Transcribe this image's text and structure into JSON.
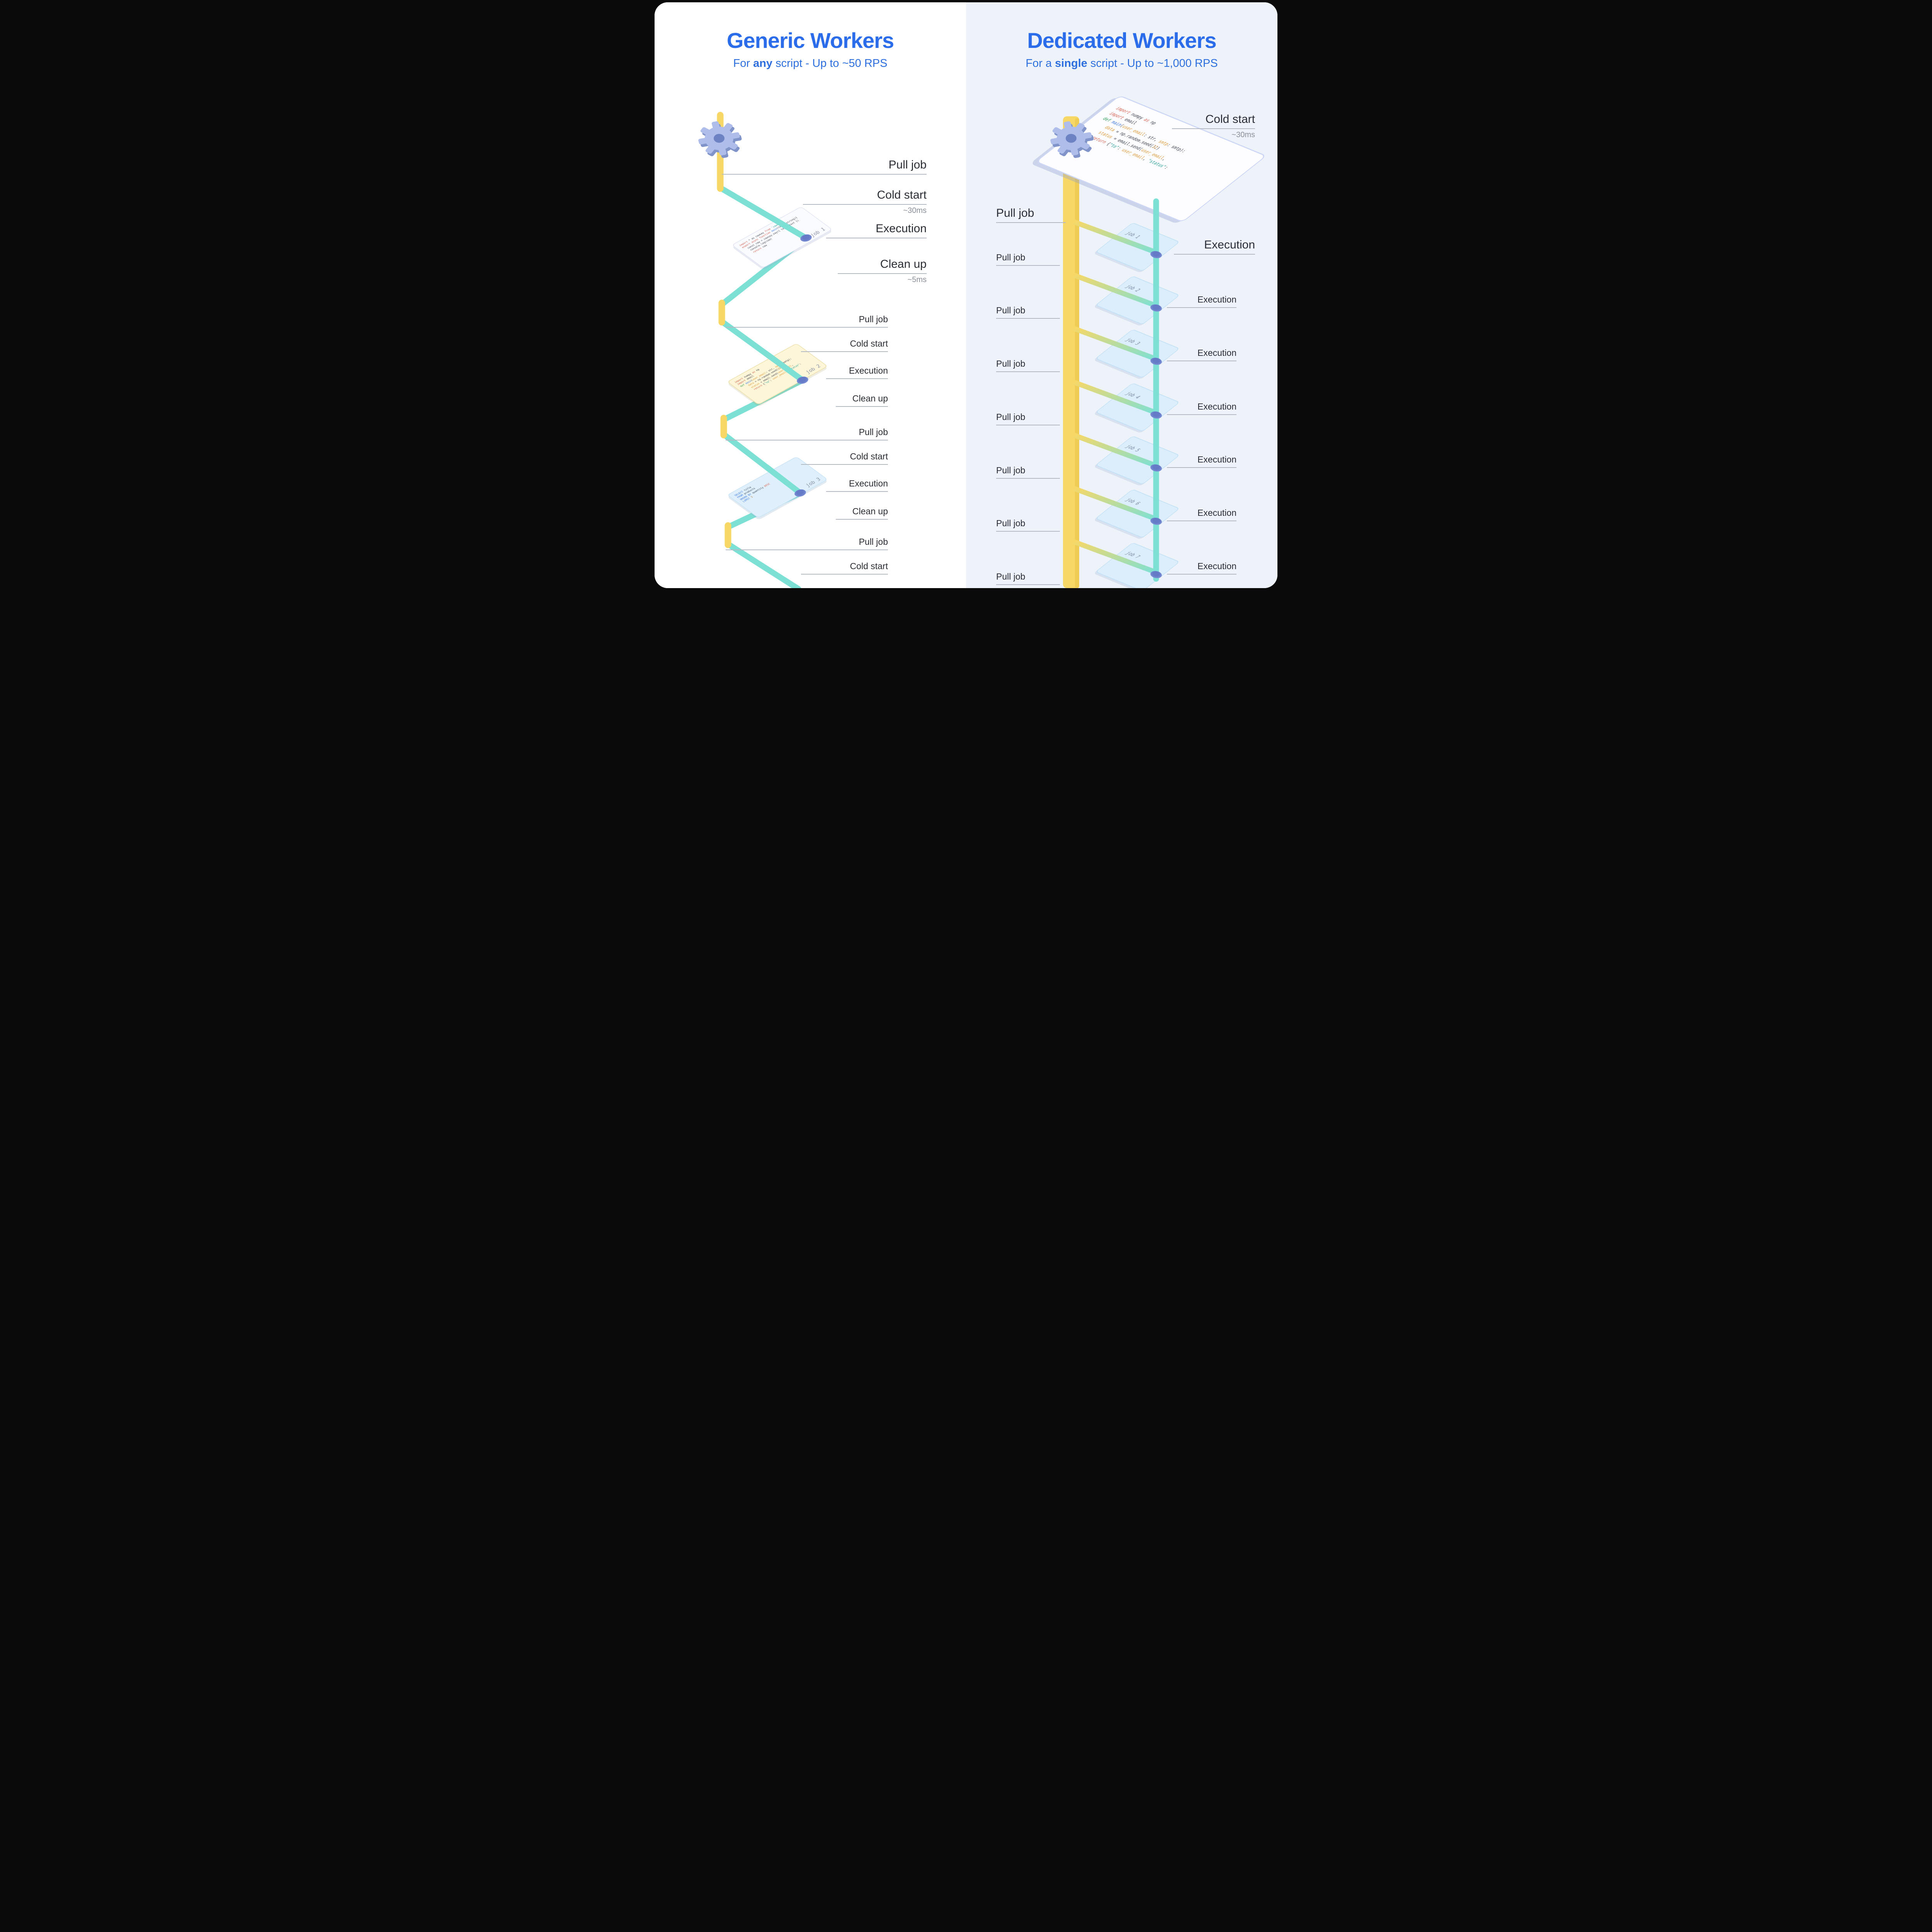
{
  "left": {
    "title": "Generic Workers",
    "subtitle": {
      "pre": "For ",
      "bold": "any",
      "post": " script - Up to ~50 RPS"
    },
    "steps": [
      {
        "label": "Pull job",
        "note": ""
      },
      {
        "label": "Cold start",
        "note": "~30ms"
      },
      {
        "label": "Execution",
        "note": ""
      },
      {
        "label": "Clean up",
        "note": "~5ms"
      },
      {
        "label": "Pull job",
        "note": ""
      },
      {
        "label": "Cold start",
        "note": ""
      },
      {
        "label": "Execution",
        "note": ""
      },
      {
        "label": "Clean up",
        "note": ""
      },
      {
        "label": "Pull job",
        "note": ""
      },
      {
        "label": "Cold start",
        "note": ""
      },
      {
        "label": "Execution",
        "note": ""
      },
      {
        "label": "Clean up",
        "note": ""
      },
      {
        "label": "Pull job",
        "note": ""
      },
      {
        "label": "Cold start",
        "note": ""
      }
    ],
    "jobs": [
      {
        "name": "job 1"
      },
      {
        "name": "job 2"
      },
      {
        "name": "job 3"
      }
    ]
  },
  "right": {
    "title": "Dedicated Workers",
    "subtitle": {
      "pre": "For a ",
      "bold": "single",
      "post": " script - Up to ~1,000 RPS"
    },
    "cold_start": {
      "label": "Cold start",
      "note": "~30ms"
    },
    "pull_jobs": [
      "Pull job",
      "Pull job",
      "Pull job",
      "Pull job",
      "Pull job",
      "Pull job",
      "Pull job",
      "Pull job"
    ],
    "executions": [
      "Execution",
      "Execution",
      "Execution",
      "Execution",
      "Execution",
      "Execution",
      "Execution"
    ],
    "jobs": [
      "job 1",
      "job 2",
      "job 3",
      "job 4",
      "job 5",
      "job 6",
      "job 7"
    ]
  },
  "snippets": {
    "python": [
      [
        {
          "c": "kw",
          "t": "import "
        },
        {
          "c": "plain",
          "t": "numpy "
        },
        {
          "c": "kw",
          "t": "as"
        },
        {
          "c": "plain",
          "t": " np"
        }
      ],
      [
        {
          "c": "kw",
          "t": "import "
        },
        {
          "c": "plain",
          "t": "email"
        }
      ],
      [
        {
          "c": "def",
          "t": "def "
        },
        {
          "c": "fn",
          "t": "main"
        },
        {
          "c": "plain",
          "t": "("
        },
        {
          "c": "var",
          "t": "user_email"
        },
        {
          "c": "plain",
          "t": ": str, "
        },
        {
          "c": "var",
          "t": "smtp"
        },
        {
          "c": "plain",
          "t": ": smtp):"
        }
      ],
      [
        {
          "c": "plain",
          "t": "    "
        },
        {
          "c": "var",
          "t": "data"
        },
        {
          "c": "plain",
          "t": " = np.random.seed("
        },
        {
          "c": "num",
          "t": "32"
        },
        {
          "c": "plain",
          "t": ")"
        }
      ],
      [
        {
          "c": "plain",
          "t": "    "
        },
        {
          "c": "var",
          "t": "status"
        },
        {
          "c": "plain",
          "t": " = email.send("
        },
        {
          "c": "var",
          "t": "user_email"
        },
        {
          "c": "plain",
          "t": ","
        }
      ],
      [
        {
          "c": "plain",
          "t": "    "
        },
        {
          "c": "kw",
          "t": "return "
        },
        {
          "c": "plain",
          "t": "{"
        },
        {
          "c": "str",
          "t": "\"to\""
        },
        {
          "c": "plain",
          "t": ": "
        },
        {
          "c": "var",
          "t": "user_email"
        },
        {
          "c": "plain",
          "t": ", "
        },
        {
          "c": "str",
          "t": "\"status\""
        },
        {
          "c": "plain",
          "t": ":"
        }
      ]
    ],
    "js": [
      [
        {
          "c": "kw",
          "t": "import"
        },
        {
          "c": "plain",
          "t": " * as cowsay "
        },
        {
          "c": "kw",
          "t": "from"
        },
        {
          "c": "str",
          "t": " 'cowsay'"
        }
      ],
      [
        {
          "c": "kw",
          "t": "export async function"
        },
        {
          "c": "fn",
          "t": " main"
        },
        {
          "c": "plain",
          "t": "(text: string){"
        }
      ],
      [
        {
          "c": "plain",
          "t": "  const cow = cowsay.say({ text: text })"
        }
      ],
      [
        {
          "c": "plain",
          "t": "  console.log(cow)"
        }
      ],
      [
        {
          "c": "kw",
          "t": "  return"
        },
        {
          "c": "plain",
          "t": " cow"
        }
      ]
    ],
    "sql": [
      [
        {
          "c": "fn",
          "t": "SELECT"
        },
        {
          "c": "plain",
          "t": " title"
        }
      ],
      [
        {
          "c": "fn",
          "t": "FROM"
        },
        {
          "c": "plain",
          "t": " products"
        }
      ],
      [
        {
          "c": "fn",
          "t": "ORDER BY"
        },
        {
          "c": "plain",
          "t": " quantity "
        },
        {
          "c": "kw",
          "t": "DESC"
        }
      ],
      [
        {
          "c": "fn",
          "t": "LIMIT"
        },
        {
          "c": "plain",
          "t": " "
        },
        {
          "c": "num",
          "t": "3"
        }
      ]
    ]
  },
  "colors": {
    "title_blue": "#2b6cea",
    "subtitle_blue": "#2e6fe0",
    "ribbon_yellow": "#f7d867",
    "ribbon_teal": "#7ce0d4",
    "gear_lavender": "#aebde9",
    "right_panel_bg": "#edf3f9",
    "label_dark": "#2a2d33",
    "note_gray": "#8a909a"
  }
}
